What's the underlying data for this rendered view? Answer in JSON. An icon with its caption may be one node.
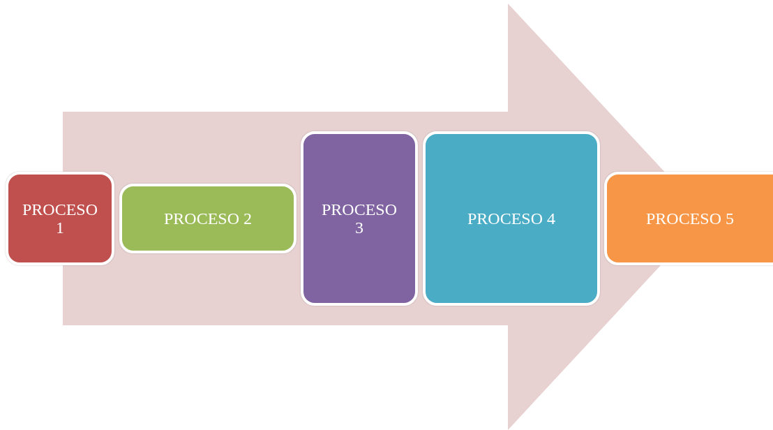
{
  "diagram": {
    "nodes": [
      {
        "text": [
          "PROCESO 1"
        ]
      },
      {
        "text": [
          "PROCESO 2"
        ]
      },
      {
        "text": [
          "PROCESO 3"
        ]
      },
      {
        "text": [
          "PROCESO 4"
        ]
      },
      {
        "text": [
          "PROCESO 5"
        ]
      }
    ],
    "edges": [
      {
        "from": 0,
        "to": 4,
        "arrow": "to"
      }
    ]
  }
}
